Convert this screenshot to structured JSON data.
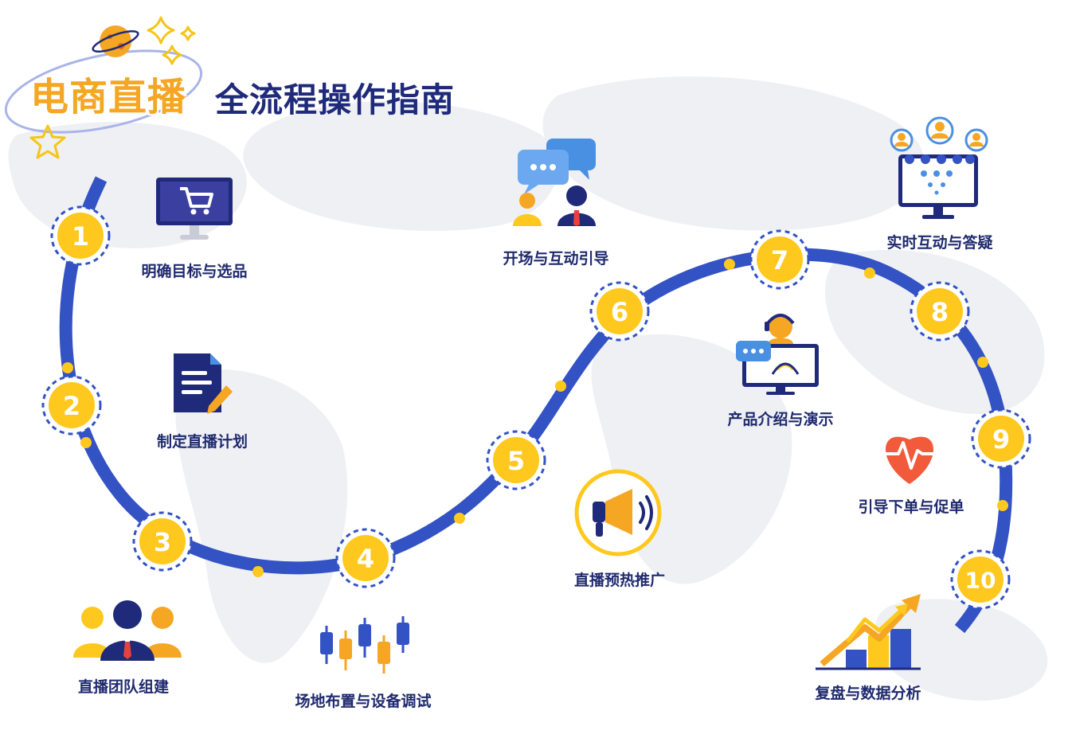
{
  "header": {
    "title_accent": "电商直播",
    "title_main": "全流程操作指南"
  },
  "colors": {
    "path": "#3352C4",
    "node": "#FFC81E",
    "navy": "#1F2A7A",
    "orange": "#F5A623",
    "light_blue": "#4A90E2",
    "red": "#F15B3B"
  },
  "steps": [
    {
      "number": "1",
      "label": "明确目标与选品",
      "icon": "shopping-cart-monitor-icon"
    },
    {
      "number": "2",
      "label": "制定直播计划",
      "icon": "document-pen-icon"
    },
    {
      "number": "3",
      "label": "直播团队组建",
      "icon": "team-icon"
    },
    {
      "number": "4",
      "label": "场地布置与设备调试",
      "icon": "candlestick-icon"
    },
    {
      "number": "5",
      "label": "直播预热推广",
      "icon": "megaphone-icon"
    },
    {
      "number": "6",
      "label": "开场与互动引导",
      "icon": "chat-bubbles-icon"
    },
    {
      "number": "7",
      "label": "产品介绍与演示",
      "icon": "host-monitor-icon"
    },
    {
      "number": "8",
      "label": "实时互动与答疑",
      "icon": "network-monitor-icon"
    },
    {
      "number": "9",
      "label": "引导下单与促单",
      "icon": "heartbeat-icon"
    },
    {
      "number": "10",
      "label": "复盘与数据分析",
      "icon": "growth-chart-icon"
    }
  ]
}
